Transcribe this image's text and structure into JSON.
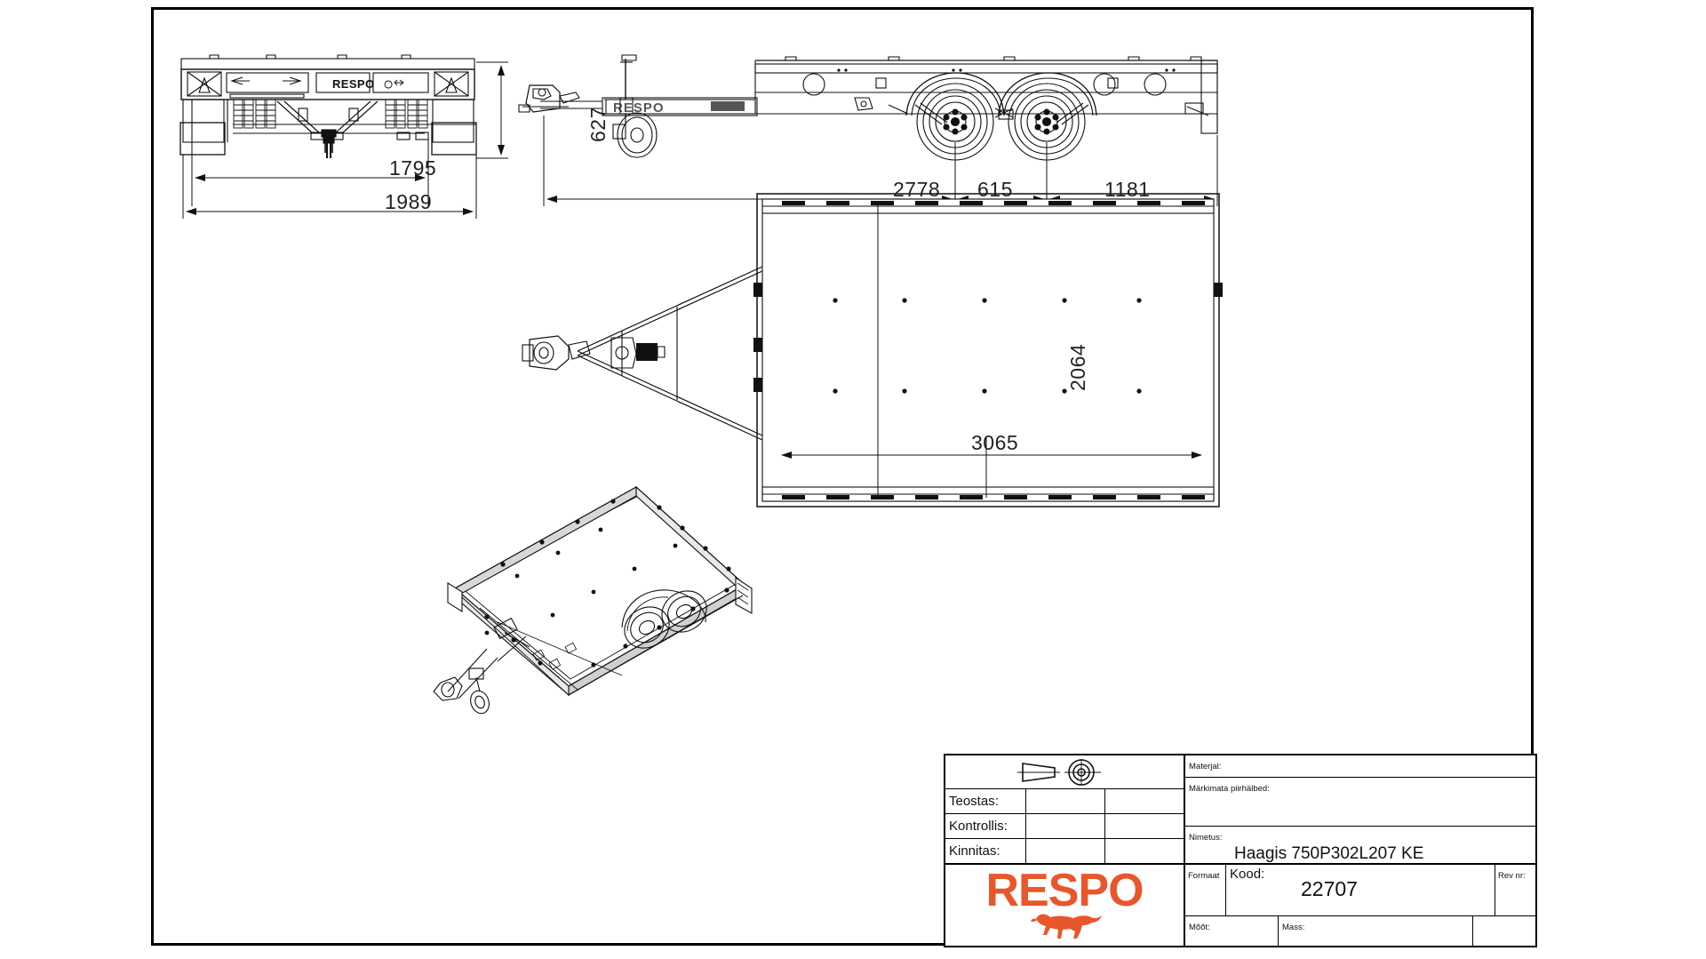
{
  "drawing": {
    "title": "Haagis 750P302L207 KE",
    "code": "22707",
    "brand": "RESPO",
    "line_color": "#111111",
    "brand_color": "#E8572B"
  },
  "dimensions": {
    "front_view": {
      "height": "627",
      "inner_width": "1795",
      "outer_width": "1989"
    },
    "side_view": {
      "drawbar_to_axle1": "2778",
      "axle_spacing": "615",
      "axle2_to_rear": "1181"
    },
    "top_view": {
      "width": "2064",
      "length": "3065"
    }
  },
  "title_block": {
    "projection_symbol": "first-angle-projection-icon",
    "rows": [
      {
        "label": "Teostas:"
      },
      {
        "label": "Kontrollis:"
      },
      {
        "label": "Kinnitas:"
      }
    ],
    "material_label": "Materjal:",
    "tolerance_label": "Märkimata piirhälbed:",
    "name_label": "Nimetus:",
    "name_value": "Haagis 750P302L207 KE",
    "format_label": "Formaat",
    "format_value": "",
    "code_label": "Kood:",
    "code_value": "22707",
    "rev_label": "Rev nr:",
    "rev_value": "",
    "size_label": "Mõõt:",
    "size_value": "",
    "mass_label": "Mass:",
    "mass_value": "",
    "logo_text": "RESPO"
  }
}
